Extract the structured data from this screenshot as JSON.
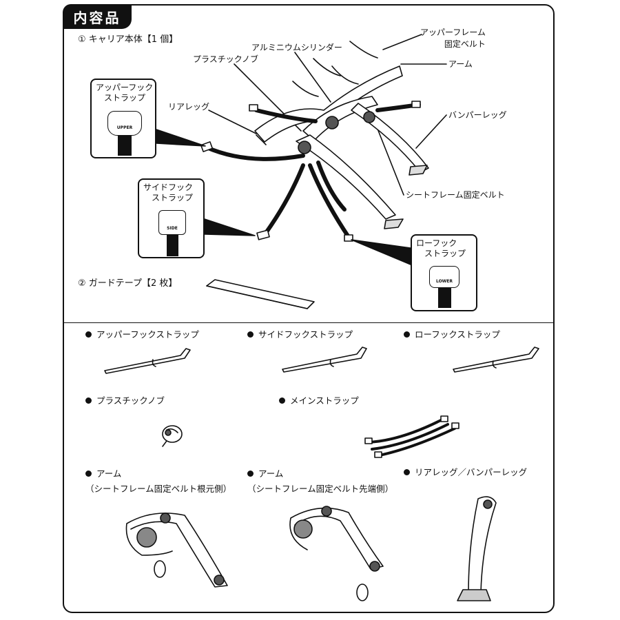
{
  "header": {
    "title": "内容品"
  },
  "top": {
    "carrier_heading": "① キャリア本体【1 個】",
    "guard_heading": "② ガードテープ【2 枚】",
    "labels": {
      "upper_frame_belt": "アッパーフレーム\n固定ベルト",
      "aluminum_cylinder": "アルミニウムシリンダー",
      "plastic_knob": "プラスチックノブ",
      "arm": "アーム",
      "rear_leg": "リアレッグ",
      "bumper_leg": "バンパーレッグ",
      "seat_frame_belt": "シートフレーム固定ベルト"
    },
    "callouts": {
      "upper": {
        "title": "アッパーフック\n　ストラップ",
        "plate": "UPPER"
      },
      "side": {
        "title": "サイドフック\n　ストラップ",
        "plate": "SIDE"
      },
      "lower": {
        "title": "ローフック\n　ストラップ",
        "plate": "LOWER"
      }
    }
  },
  "parts": [
    {
      "label": "アッパーフックストラップ"
    },
    {
      "label": "サイドフックストラップ"
    },
    {
      "label": "ローフックストラップ"
    },
    {
      "label": "プラスチックノブ"
    },
    {
      "label": "メインストラップ"
    },
    {
      "label": "アーム\n（シートフレーム固定ベルト根元側）"
    },
    {
      "label": "アーム\n（シートフレーム固定ベルト先端側）"
    },
    {
      "label": "リアレッグ／バンパーレッグ"
    }
  ]
}
